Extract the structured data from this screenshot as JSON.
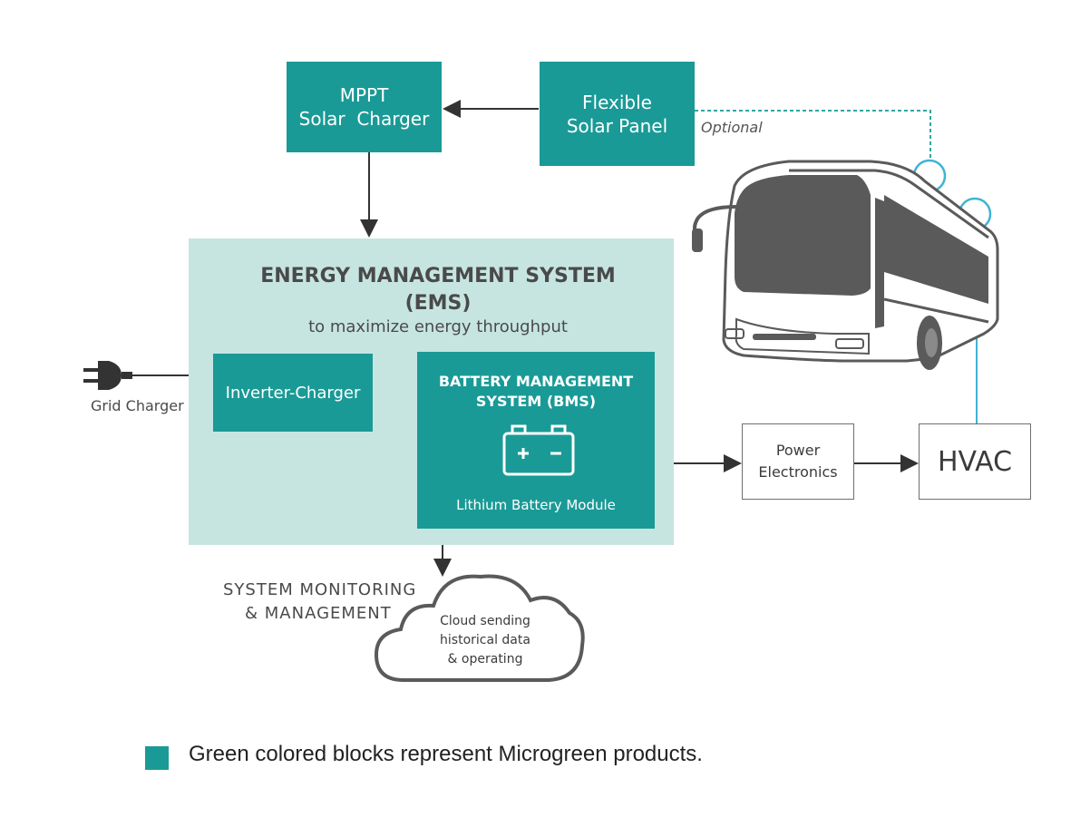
{
  "colors": {
    "teal": "#1a9a96",
    "ems_bg": "#c6e5e1",
    "dark_text": "#4a4a4a",
    "arrow": "#333333",
    "cyan_line": "#3fb3d4",
    "dotted_line": "#2fa7a3"
  },
  "blocks": {
    "mppt": {
      "line1": "MPPT",
      "line2": "Solar  Charger"
    },
    "solar_panel": {
      "line1": "Flexible",
      "line2": "Solar Panel"
    },
    "optional_label": "Optional",
    "ems": {
      "title_line1": "ENERGY MANAGEMENT SYSTEM",
      "title_line2": "(EMS)",
      "subtitle": "to maximize energy throughput"
    },
    "inverter": "Inverter-Charger",
    "bms": {
      "title_line1": "BATTERY MANAGEMENT",
      "title_line2": "SYSTEM (BMS)",
      "battery_label": "Lithium Battery Module",
      "icon": "battery-icon"
    },
    "grid_charger": {
      "label": "Grid Charger",
      "icon": "plug-icon"
    },
    "power_electronics": {
      "line1": "Power",
      "line2": "Electronics"
    },
    "hvac": "HVAC",
    "monitoring": {
      "line1": "SYSTEM MONITORING",
      "line2": "& MANAGEMENT"
    },
    "cloud": {
      "line1": "Cloud sending",
      "line2": "historical data",
      "line3": "& operating",
      "icon": "cloud-icon"
    },
    "bus": {
      "icon": "bus-icon"
    }
  },
  "legend": {
    "text": "Green colored blocks represent Microgreen products.",
    "swatch_color": "#1a9a96"
  }
}
